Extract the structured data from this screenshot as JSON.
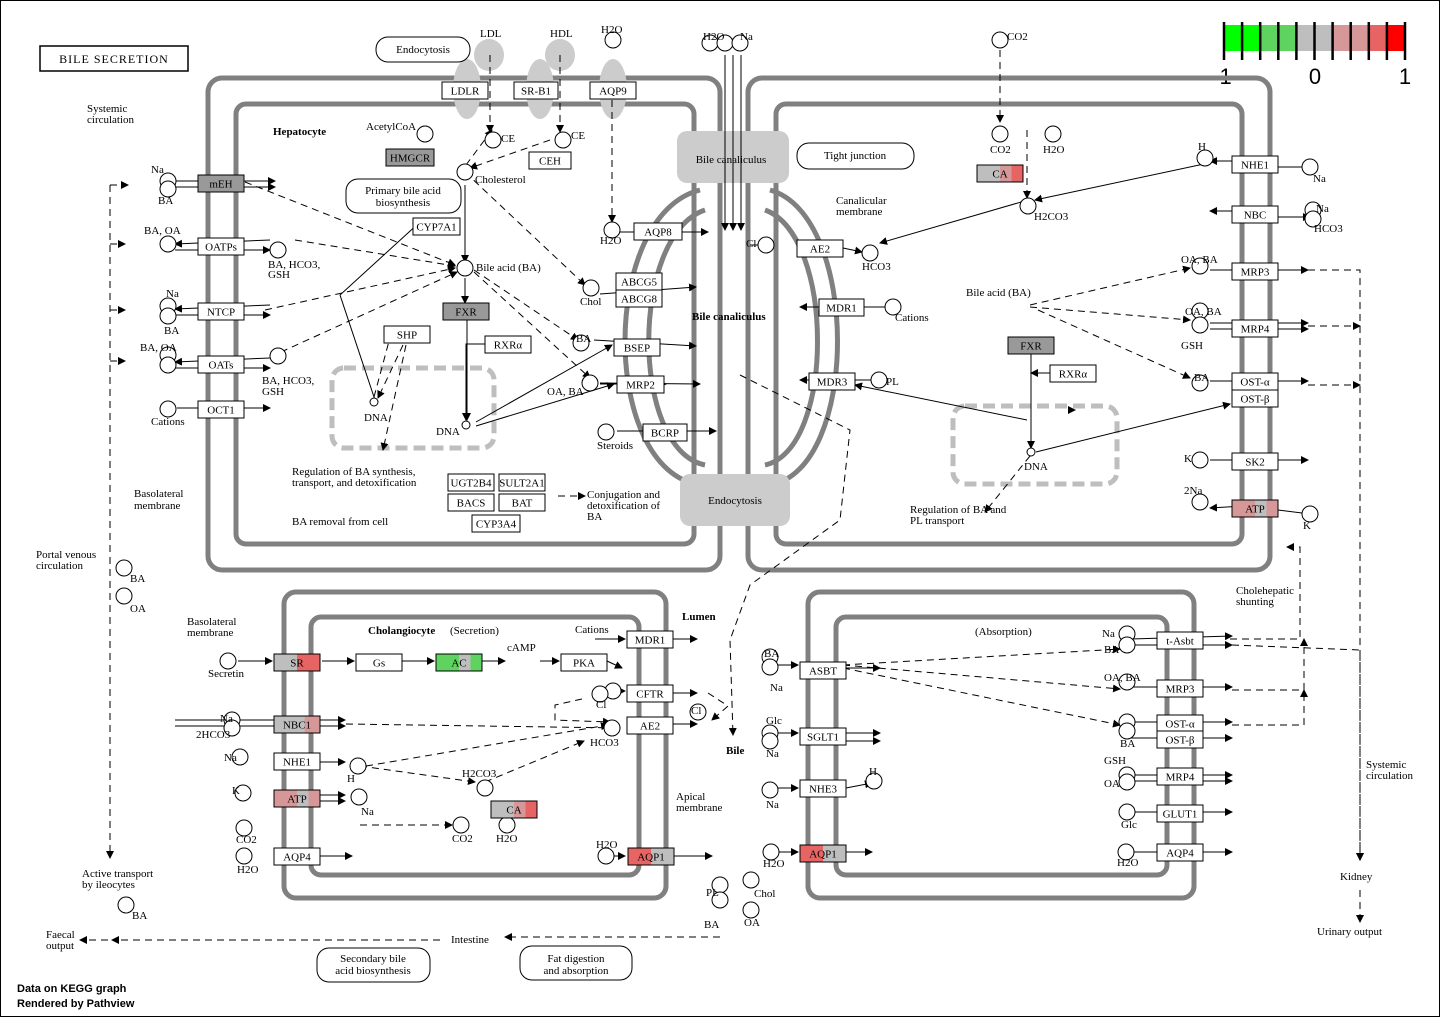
{
  "title": "BILE SECRETION",
  "footer": {
    "line1": "Data on KEGG graph",
    "line2": "Rendered by Pathview"
  },
  "colors": {
    "green": "#00ff00",
    "light_green": "#5fd35f",
    "gray": "#bebebe",
    "pink": "#d59797",
    "light_red": "#e66464",
    "red": "#ff0000",
    "dark_gray": "#999999",
    "cell_border": "#808080",
    "tj_fill": "#cccccc"
  },
  "legend": {
    "min": "-1",
    "mid": "0",
    "max": "1"
  },
  "genes": [
    {
      "id": "LDLR",
      "l": "LDLR",
      "c": [
        "#fff"
      ]
    },
    {
      "id": "SRB1",
      "l": "SR-B1",
      "c": [
        "#fff"
      ]
    },
    {
      "id": "AQP9",
      "l": "AQP9",
      "c": [
        "#fff"
      ]
    },
    {
      "id": "HMGCR",
      "l": "HMGCR",
      "c": [
        "#999999"
      ]
    },
    {
      "id": "CEH",
      "l": "CEH",
      "c": [
        "#fff"
      ]
    },
    {
      "id": "CYP7A1",
      "l": "CYP7A1",
      "c": [
        "#fff"
      ]
    },
    {
      "id": "mEH",
      "l": "mEH",
      "c": [
        "#999999"
      ]
    },
    {
      "id": "OATPs",
      "l": "OATPs",
      "c": [
        "#fff"
      ]
    },
    {
      "id": "NTCP",
      "l": "NTCP",
      "c": [
        "#fff"
      ]
    },
    {
      "id": "OATs",
      "l": "OATs",
      "c": [
        "#fff"
      ]
    },
    {
      "id": "OCT1",
      "l": "OCT1",
      "c": [
        "#fff"
      ]
    },
    {
      "id": "FXR1",
      "l": "FXR",
      "c": [
        "#999999"
      ]
    },
    {
      "id": "RXRa1",
      "l": "RXRα",
      "c": [
        "#fff"
      ]
    },
    {
      "id": "SHP",
      "l": "SHP",
      "c": [
        "#fff"
      ]
    },
    {
      "id": "AQP8",
      "l": "AQP8",
      "c": [
        "#fff"
      ]
    },
    {
      "id": "ABCG5",
      "l": "ABCG5",
      "c": [
        "#fff"
      ]
    },
    {
      "id": "ABCG8",
      "l": "ABCG8",
      "c": [
        "#fff"
      ]
    },
    {
      "id": "BSEP",
      "l": "BSEP",
      "c": [
        "#fff"
      ]
    },
    {
      "id": "MRP2",
      "l": "MRP2",
      "c": [
        "#fff"
      ]
    },
    {
      "id": "BCRP",
      "l": "BCRP",
      "c": [
        "#fff"
      ]
    },
    {
      "id": "UGT2B4",
      "l": "UGT2B4",
      "c": [
        "#fff"
      ]
    },
    {
      "id": "SULT2A1",
      "l": "SULT2A1",
      "c": [
        "#fff"
      ]
    },
    {
      "id": "BACS",
      "l": "BACS",
      "c": [
        "#fff"
      ]
    },
    {
      "id": "BAT",
      "l": "BAT",
      "c": [
        "#fff"
      ]
    },
    {
      "id": "CYP3A4",
      "l": "CYP3A4",
      "c": [
        "#fff"
      ]
    },
    {
      "id": "AE2a",
      "l": "AE2",
      "c": [
        "#fff"
      ]
    },
    {
      "id": "MDR1a",
      "l": "MDR1",
      "c": [
        "#fff"
      ]
    },
    {
      "id": "MDR3",
      "l": "MDR3",
      "c": [
        "#fff"
      ]
    },
    {
      "id": "CA1",
      "l": "CA",
      "c": [
        "#bebebe",
        "#bebebe",
        "#d59797",
        "#e66464"
      ]
    },
    {
      "id": "FXR2",
      "l": "FXR",
      "c": [
        "#999999"
      ]
    },
    {
      "id": "RXRa2",
      "l": "RXRα",
      "c": [
        "#fff"
      ]
    },
    {
      "id": "NHE1a",
      "l": "NHE1",
      "c": [
        "#fff"
      ]
    },
    {
      "id": "NBC",
      "l": "NBC",
      "c": [
        "#fff"
      ]
    },
    {
      "id": "MRP3a",
      "l": "MRP3",
      "c": [
        "#fff"
      ]
    },
    {
      "id": "MRP4a",
      "l": "MRP4",
      "c": [
        "#fff"
      ]
    },
    {
      "id": "OSTa1",
      "l": "OST-α",
      "c": [
        "#fff"
      ]
    },
    {
      "id": "OSTb1",
      "l": "OST-β",
      "c": [
        "#fff"
      ]
    },
    {
      "id": "SK2",
      "l": "SK2",
      "c": [
        "#fff"
      ]
    },
    {
      "id": "ATP1",
      "l": "ATP",
      "c": [
        "#d59797",
        "#d59797",
        "#bebebe",
        "#d59797"
      ]
    },
    {
      "id": "SR",
      "l": "SR",
      "c": [
        "#bebebe",
        "#e66464"
      ]
    },
    {
      "id": "Gs",
      "l": "Gs",
      "c": [
        "#fff"
      ]
    },
    {
      "id": "AC",
      "l": "AC",
      "c": [
        "#5fd35f",
        "#5fd35f",
        "#bebebe",
        "#5fd35f"
      ]
    },
    {
      "id": "PKA",
      "l": "PKA",
      "c": [
        "#fff"
      ]
    },
    {
      "id": "MDR1b",
      "l": "MDR1",
      "c": [
        "#fff"
      ]
    },
    {
      "id": "CFTR",
      "l": "CFTR",
      "c": [
        "#fff"
      ]
    },
    {
      "id": "AE2b",
      "l": "AE2",
      "c": [
        "#fff"
      ]
    },
    {
      "id": "NBC1",
      "l": "NBC1",
      "c": [
        "#bebebe",
        "#bebebe",
        "#d59797"
      ]
    },
    {
      "id": "NHE1b",
      "l": "NHE1",
      "c": [
        "#fff"
      ]
    },
    {
      "id": "ATP2",
      "l": "ATP",
      "c": [
        "#d59797",
        "#d59797",
        "#bebebe",
        "#d59797"
      ]
    },
    {
      "id": "CA2",
      "l": "CA",
      "c": [
        "#bebebe",
        "#bebebe",
        "#d59797",
        "#e66464"
      ]
    },
    {
      "id": "AQP4a",
      "l": "AQP4",
      "c": [
        "#fff"
      ]
    },
    {
      "id": "AQP1a",
      "l": "AQP1",
      "c": [
        "#e66464",
        "#e66464",
        "#bebebe",
        "#bebebe"
      ]
    },
    {
      "id": "ASBT",
      "l": "ASBT",
      "c": [
        "#fff"
      ]
    },
    {
      "id": "SGLT1",
      "l": "SGLT1",
      "c": [
        "#fff"
      ]
    },
    {
      "id": "NHE3",
      "l": "NHE3",
      "c": [
        "#fff"
      ]
    },
    {
      "id": "AQP1b",
      "l": "AQP1",
      "c": [
        "#e66464",
        "#e66464",
        "#bebebe",
        "#bebebe"
      ]
    },
    {
      "id": "tAsbt",
      "l": "t-Asbt",
      "c": [
        "#fff"
      ]
    },
    {
      "id": "MRP3b",
      "l": "MRP3",
      "c": [
        "#fff"
      ]
    },
    {
      "id": "OSTa2",
      "l": "OST-α",
      "c": [
        "#fff"
      ]
    },
    {
      "id": "OSTb2",
      "l": "OST-β",
      "c": [
        "#fff"
      ]
    },
    {
      "id": "MRP4b",
      "l": "MRP4",
      "c": [
        "#fff"
      ]
    },
    {
      "id": "GLUT1",
      "l": "GLUT1",
      "c": [
        "#fff"
      ]
    },
    {
      "id": "AQP4b",
      "l": "AQP4",
      "c": [
        "#fff"
      ]
    }
  ],
  "labels": [
    {
      "id": "hepatocyte",
      "t": "Hepatocyte",
      "b": true
    },
    {
      "id": "cholangiocyte",
      "t": "Cholangiocyte",
      "b": true
    },
    {
      "id": "secretion",
      "t": "(Secretion)"
    },
    {
      "id": "absorption",
      "t": "(Absorption)"
    },
    {
      "id": "lumen",
      "t": "Lumen",
      "b": true
    },
    {
      "id": "bile",
      "t": "Bile",
      "b": true
    },
    {
      "id": "bilecan",
      "t": "Bile canaliculus",
      "b": true
    },
    {
      "id": "endocytosis",
      "t": "Endocytosis"
    },
    {
      "id": "tj1",
      "t": "Tight junction"
    },
    {
      "id": "tj2",
      "t": "Tight junction"
    },
    {
      "id": "tj3",
      "t": "Tight junction"
    },
    {
      "id": "pbab1",
      "t": "Primary bile acid"
    },
    {
      "id": "pbab2",
      "t": "biosynthesis"
    },
    {
      "id": "sba1",
      "t": "Secondary bile"
    },
    {
      "id": "sba2",
      "t": "acid biosynthesis"
    },
    {
      "id": "fda1",
      "t": "Fat digestion"
    },
    {
      "id": "fda2",
      "t": "and absorption"
    },
    {
      "id": "syscirc1",
      "t": "Systemic"
    },
    {
      "id": "syscirc2",
      "t": "circulation"
    },
    {
      "id": "syscirc3",
      "t": "Systemic"
    },
    {
      "id": "syscirc4",
      "t": "circulation"
    },
    {
      "id": "portal1",
      "t": "Portal venous"
    },
    {
      "id": "portal2",
      "t": "circulation"
    },
    {
      "id": "baso1",
      "t": "Basolateral"
    },
    {
      "id": "baso2",
      "t": "membrane"
    },
    {
      "id": "baso3",
      "t": "Basolateral"
    },
    {
      "id": "baso4",
      "t": "membrane"
    },
    {
      "id": "canal1",
      "t": "Canalicular"
    },
    {
      "id": "canal2",
      "t": "membrane"
    },
    {
      "id": "apical1",
      "t": "Apical"
    },
    {
      "id": "apical2",
      "t": "membrane"
    },
    {
      "id": "reg1",
      "t": "Regulation of BA synthesis,"
    },
    {
      "id": "reg2",
      "t": "transport, and detoxification"
    },
    {
      "id": "baremoval",
      "t": "BA removal from cell"
    },
    {
      "id": "conj1",
      "t": "Conjugation and"
    },
    {
      "id": "conj2",
      "t": "detoxification of"
    },
    {
      "id": "conj3",
      "t": "BA"
    },
    {
      "id": "regpl1",
      "t": "Regulation of BA and"
    },
    {
      "id": "regpl2",
      "t": "PL transport"
    },
    {
      "id": "chol1",
      "t": "Cholehepatic"
    },
    {
      "id": "chol2",
      "t": "shunting"
    },
    {
      "id": "activetr1",
      "t": "Active transport"
    },
    {
      "id": "activetr2",
      "t": "by ileocytes"
    },
    {
      "id": "faecal1",
      "t": "Faecal"
    },
    {
      "id": "faecal2",
      "t": "output"
    },
    {
      "id": "intestine",
      "t": "Intestine"
    },
    {
      "id": "kidney",
      "t": "Kidney"
    },
    {
      "id": "urinary",
      "t": "Urinary output"
    },
    {
      "id": "c_ldl",
      "t": "LDL"
    },
    {
      "id": "c_hdl",
      "t": "HDL"
    },
    {
      "id": "c_h2o_top",
      "t": "H2O"
    },
    {
      "id": "c_h2o_tj",
      "t": "H2O"
    },
    {
      "id": "c_na_tj",
      "t": "Na"
    },
    {
      "id": "c_co2_top",
      "t": "CO2"
    },
    {
      "id": "c_acetyl",
      "t": "AcetylCoA"
    },
    {
      "id": "c_ce1",
      "t": "CE"
    },
    {
      "id": "c_ce2",
      "t": "CE"
    },
    {
      "id": "c_cholesterol",
      "t": "Cholesterol"
    },
    {
      "id": "c_ba_main",
      "t": "Bile acid (BA)"
    },
    {
      "id": "c_na1",
      "t": "Na"
    },
    {
      "id": "c_ba1",
      "t": "BA"
    },
    {
      "id": "c_baoa1",
      "t": "BA, OA"
    },
    {
      "id": "c_bahco1",
      "t": "BA, HCO3,"
    },
    {
      "id": "c_gsh1",
      "t": "GSH"
    },
    {
      "id": "c_na2",
      "t": "Na"
    },
    {
      "id": "c_ba2",
      "t": "BA"
    },
    {
      "id": "c_baoa2",
      "t": "BA, OA"
    },
    {
      "id": "c_bahco2",
      "t": "BA, HCO3,"
    },
    {
      "id": "c_gsh2",
      "t": "GSH"
    },
    {
      "id": "c_cations1",
      "t": "Cations"
    },
    {
      "id": "c_dna1",
      "t": "DNA"
    },
    {
      "id": "c_dna2",
      "t": "DNA"
    },
    {
      "id": "c_dna3",
      "t": "DNA"
    },
    {
      "id": "c_h2o_aqp8",
      "t": "H2O"
    },
    {
      "id": "c_chol",
      "t": "Chol"
    },
    {
      "id": "c_ba_bsep",
      "t": "BA"
    },
    {
      "id": "c_oaba",
      "t": "OA, BA"
    },
    {
      "id": "c_steroids",
      "t": "Steroids"
    },
    {
      "id": "c_cl1",
      "t": "Cl"
    },
    {
      "id": "c_hco3_1",
      "t": "HCO3"
    },
    {
      "id": "c_cations2",
      "t": "Cations"
    },
    {
      "id": "c_pl1",
      "t": "PL"
    },
    {
      "id": "c_co2_2",
      "t": "CO2"
    },
    {
      "id": "c_h2o_2",
      "t": "H2O"
    },
    {
      "id": "c_h2co3_1",
      "t": "H2CO3"
    },
    {
      "id": "c_ba_right",
      "t": "Bile acid (BA)"
    },
    {
      "id": "c_h1",
      "t": "H"
    },
    {
      "id": "c_na3",
      "t": "Na"
    },
    {
      "id": "c_na4",
      "t": "Na"
    },
    {
      "id": "c_hco3_2",
      "t": "HCO3"
    },
    {
      "id": "c_oaba2",
      "t": "OA, BA"
    },
    {
      "id": "c_oaba3",
      "t": "OA, BA"
    },
    {
      "id": "c_gsh3",
      "t": "GSH"
    },
    {
      "id": "c_ba3",
      "t": "BA"
    },
    {
      "id": "c_k1",
      "t": "K"
    },
    {
      "id": "c_2na",
      "t": "2Na"
    },
    {
      "id": "c_k2",
      "t": "K"
    },
    {
      "id": "c_ba_portal",
      "t": "BA"
    },
    {
      "id": "c_oa_portal",
      "t": "OA"
    },
    {
      "id": "c_secretin",
      "t": "Secretin"
    },
    {
      "id": "c_camp",
      "t": "cAMP"
    },
    {
      "id": "c_cations3",
      "t": "Cations"
    },
    {
      "id": "c_cl2",
      "t": "Cl"
    },
    {
      "id": "c_cl3",
      "t": "Cl"
    },
    {
      "id": "c_hco3_3",
      "t": "HCO3"
    },
    {
      "id": "c_na5",
      "t": "Na"
    },
    {
      "id": "c_2hco3",
      "t": "2HCO3"
    },
    {
      "id": "c_na6",
      "t": "Na"
    },
    {
      "id": "c_h2",
      "t": "H"
    },
    {
      "id": "c_h2co3_2",
      "t": "H2CO3"
    },
    {
      "id": "c_k3",
      "t": "K"
    },
    {
      "id": "c_na7",
      "t": "Na"
    },
    {
      "id": "c_co2_3",
      "t": "CO2"
    },
    {
      "id": "c_co2_4",
      "t": "CO2"
    },
    {
      "id": "c_h2o_3",
      "t": "H2O"
    },
    {
      "id": "c_h2o_4",
      "t": "H2O"
    },
    {
      "id": "c_h2o_5",
      "t": "H2O"
    },
    {
      "id": "c_ba4",
      "t": "BA"
    },
    {
      "id": "c_na8",
      "t": "Na"
    },
    {
      "id": "c_glc1",
      "t": "Glc"
    },
    {
      "id": "c_na9",
      "t": "Na"
    },
    {
      "id": "c_na10",
      "t": "Na"
    },
    {
      "id": "c_h3",
      "t": "H"
    },
    {
      "id": "c_h2o_6",
      "t": "H2O"
    },
    {
      "id": "c_na11",
      "t": "Na"
    },
    {
      "id": "c_ba5",
      "t": "BA"
    },
    {
      "id": "c_oaba4",
      "t": "OA, BA"
    },
    {
      "id": "c_ba6",
      "t": "BA"
    },
    {
      "id": "c_gsh4",
      "t": "GSH"
    },
    {
      "id": "c_oa2",
      "t": "OA"
    },
    {
      "id": "c_glc2",
      "t": "Glc"
    },
    {
      "id": "c_h2o_7",
      "t": "H2O"
    },
    {
      "id": "c_pl2",
      "t": "PL"
    },
    {
      "id": "c_chol2",
      "t": "Chol"
    },
    {
      "id": "c_ba7",
      "t": "BA"
    },
    {
      "id": "c_oa3",
      "t": "OA"
    },
    {
      "id": "c_ba8",
      "t": "BA"
    }
  ]
}
